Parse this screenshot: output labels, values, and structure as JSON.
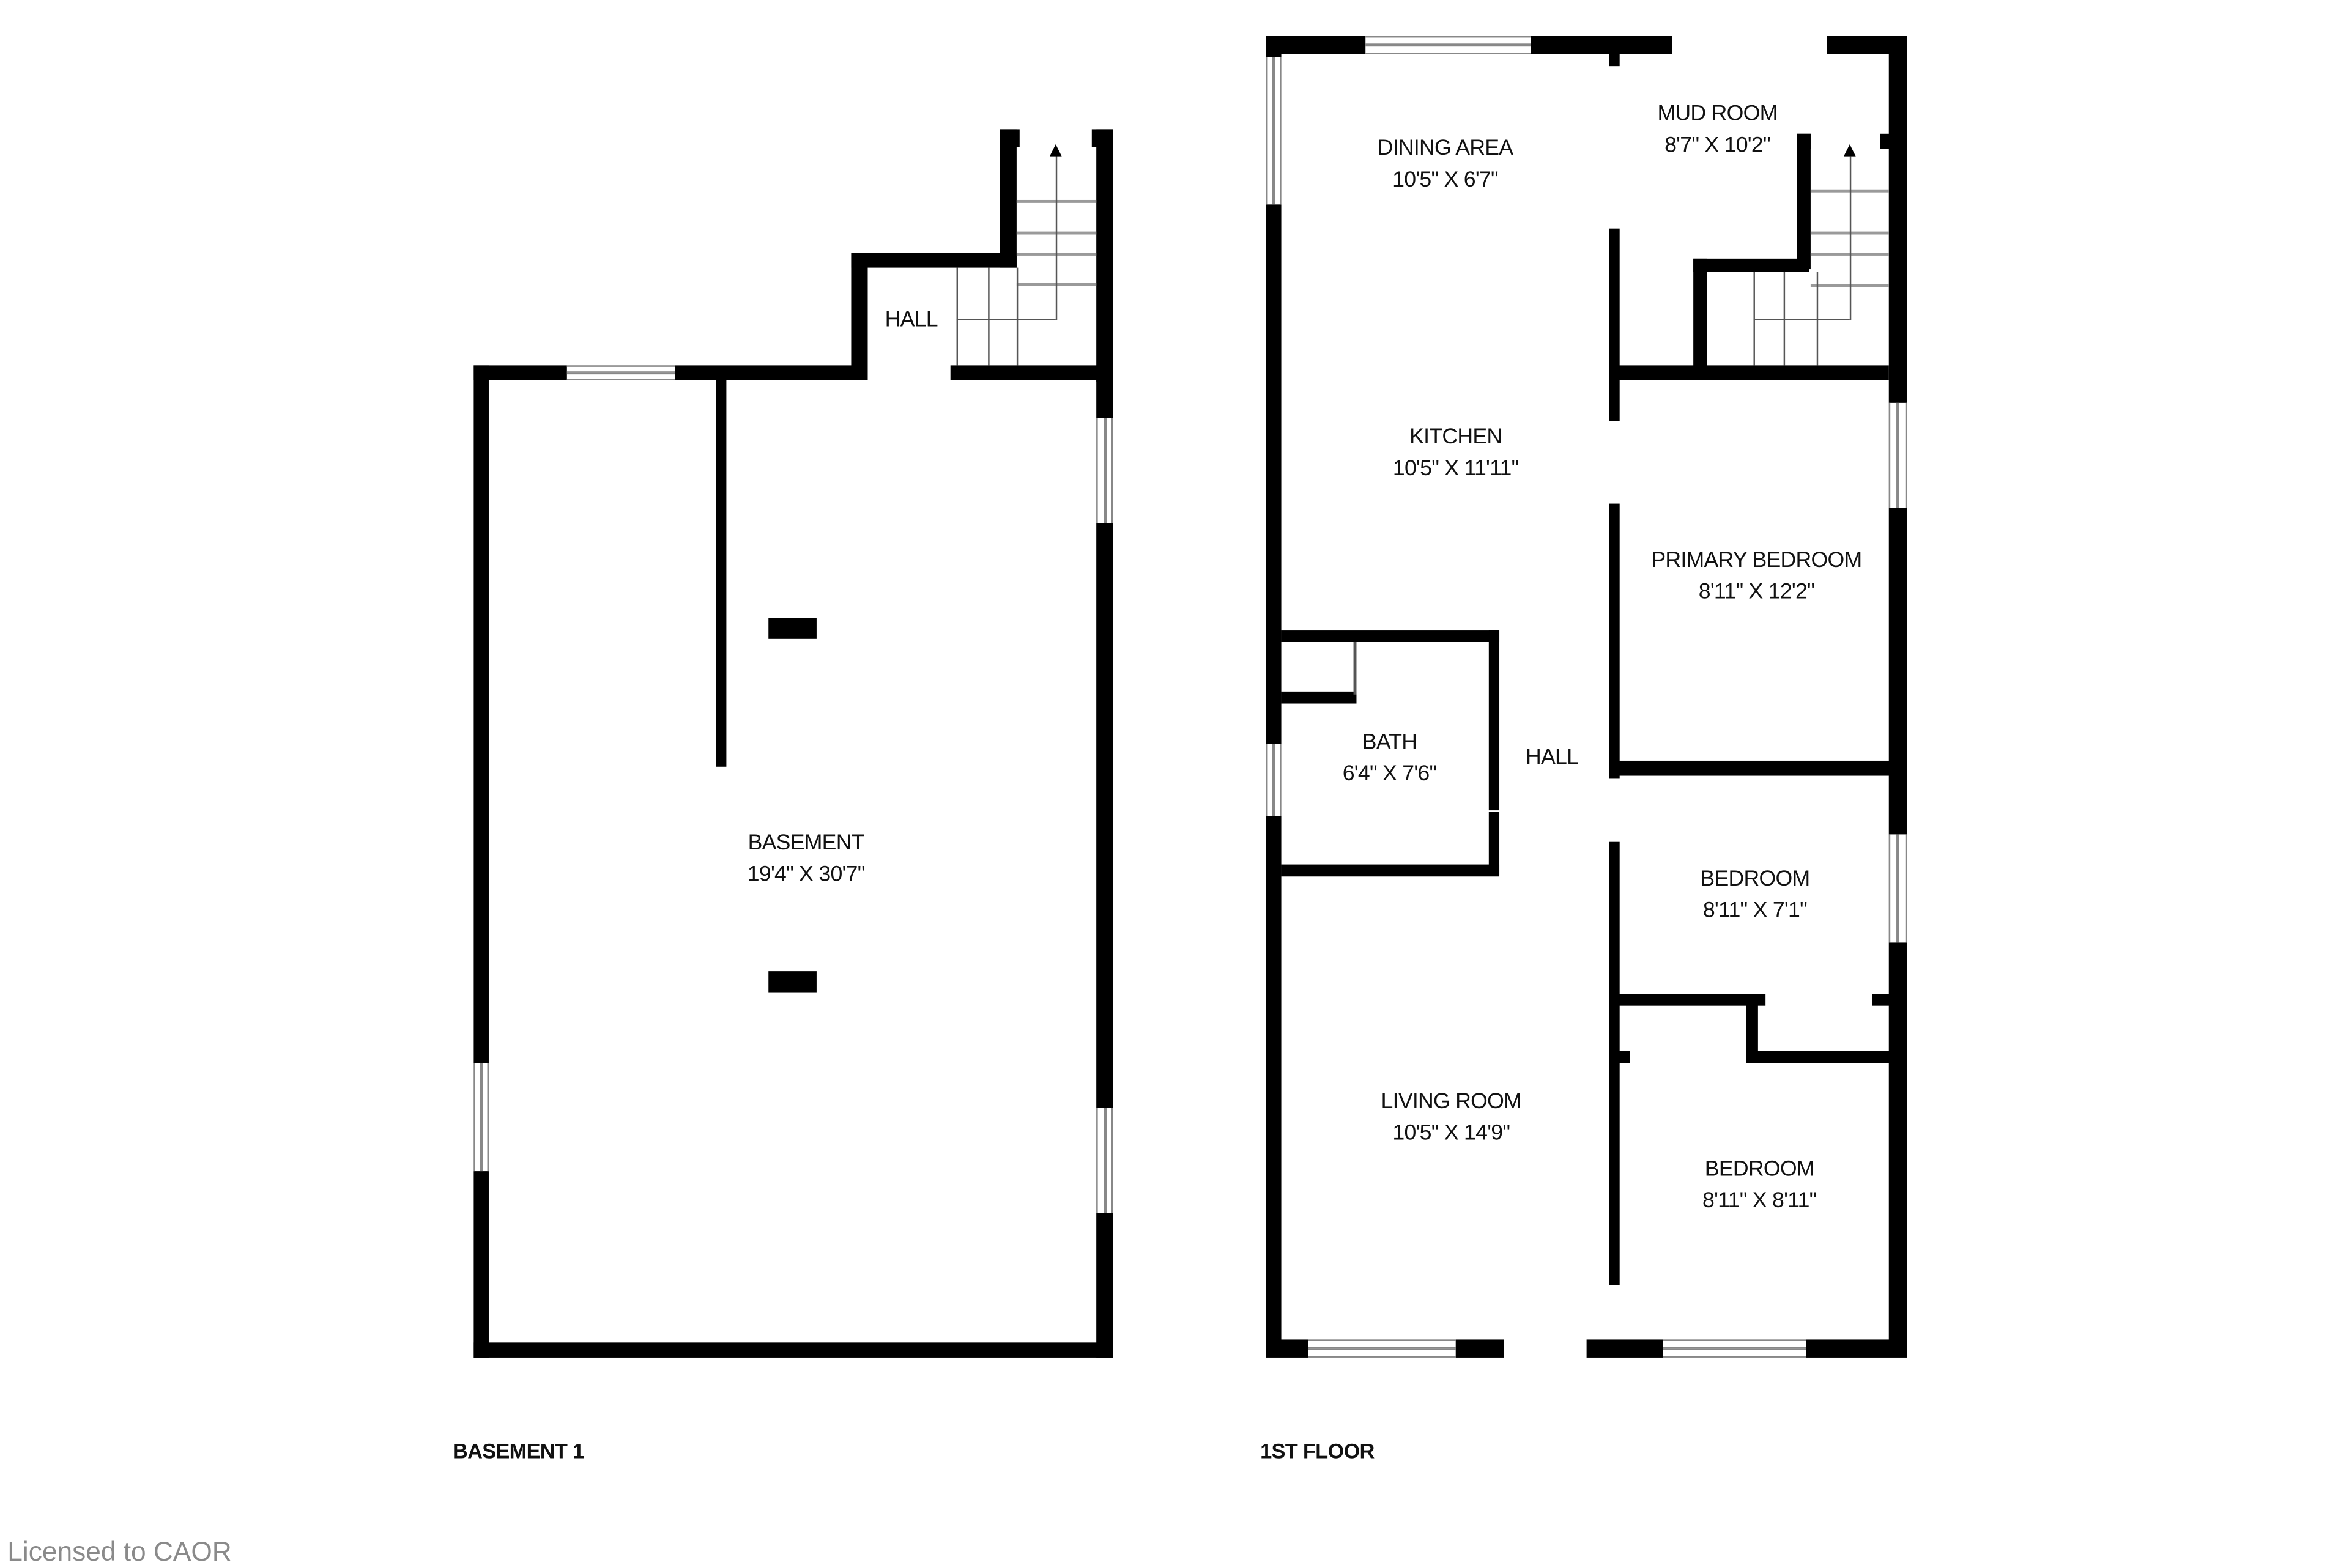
{
  "floors": [
    {
      "title": "BASEMENT 1",
      "rooms": [
        {
          "name": "HALL",
          "dims": ""
        },
        {
          "name": "BASEMENT",
          "dims": "19'4\" X 30'7\""
        }
      ]
    },
    {
      "title": "1ST FLOOR",
      "rooms": [
        {
          "name": "DINING AREA",
          "dims": "10'5\" X 6'7\""
        },
        {
          "name": "MUD ROOM",
          "dims": "8'7\" X 10'2\""
        },
        {
          "name": "KITCHEN",
          "dims": "10'5\" X 11'11\""
        },
        {
          "name": "PRIMARY BEDROOM",
          "dims": "8'11\" X 12'2\""
        },
        {
          "name": "BATH",
          "dims": "6'4\" X 7'6\""
        },
        {
          "name": "HALL",
          "dims": ""
        },
        {
          "name": "BEDROOM",
          "dims": "8'11\" X 7'1\""
        },
        {
          "name": "LIVING ROOM",
          "dims": "10'5\" X 14'9\""
        },
        {
          "name": "BEDROOM",
          "dims": "8'11\" X 8'11\""
        }
      ]
    }
  ],
  "credit": "Licensed to CAOR",
  "colors": {
    "wall": "#000000",
    "background": "#ffffff",
    "credit_text": "#8a8a8a"
  }
}
